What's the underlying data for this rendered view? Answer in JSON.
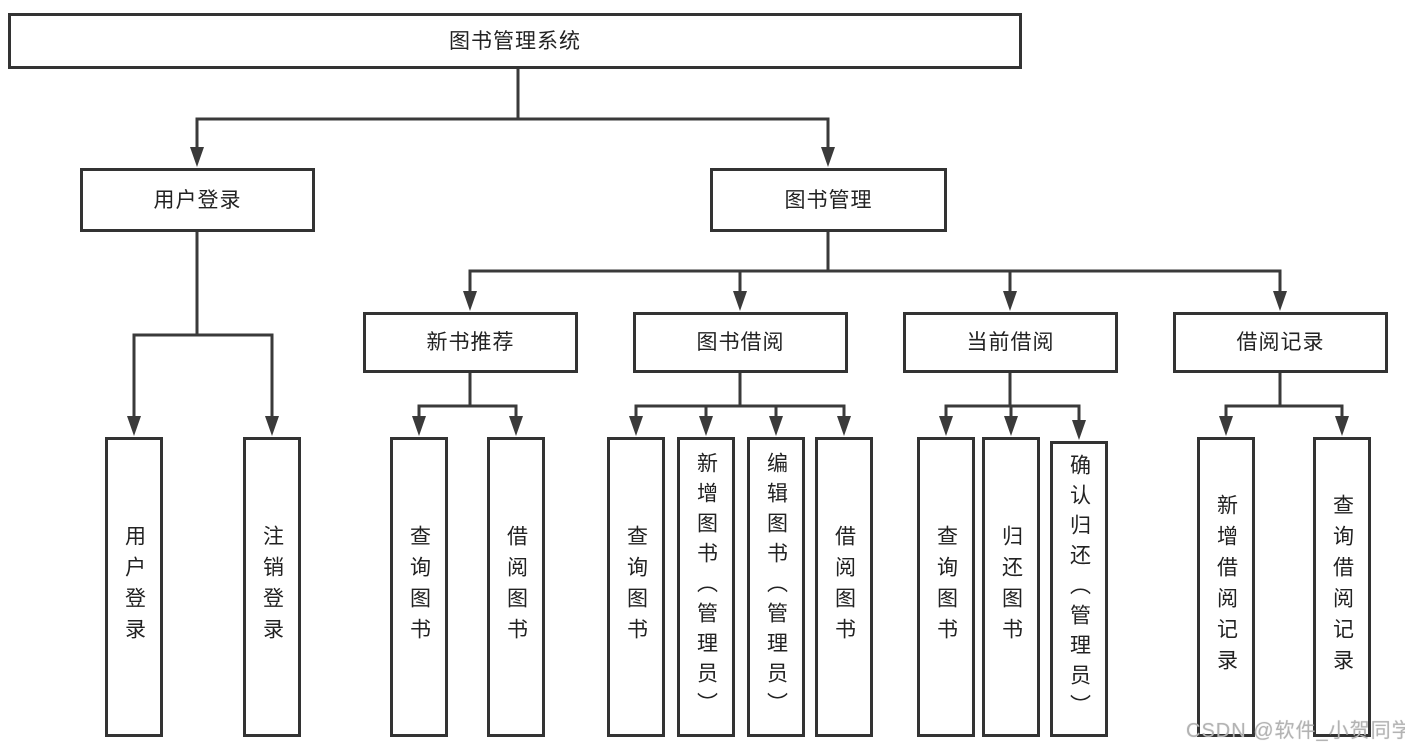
{
  "diagram": {
    "title": "图书管理系统",
    "root": {
      "label": "图书管理系统"
    },
    "level2": [
      {
        "label": "用户登录"
      },
      {
        "label": "图书管理"
      }
    ],
    "level3": [
      {
        "label": "新书推荐"
      },
      {
        "label": "图书借阅"
      },
      {
        "label": "当前借阅"
      },
      {
        "label": "借阅记录"
      }
    ],
    "leaves": {
      "user_login": [
        "用户登录",
        "注销登录"
      ],
      "new_book": [
        "查询图书",
        "借阅图书"
      ],
      "book_borrow": [
        "查询图书",
        "新增图书（管理员）",
        "编辑图书（管理员）",
        "借阅图书"
      ],
      "current_borrow": [
        "查询图书",
        "归还图书",
        "确认归还（管理员）"
      ],
      "borrow_record": [
        "新增借阅记录",
        "查询借阅记录"
      ]
    }
  },
  "watermark": "CSDN @软件_小贺同学",
  "colors": {
    "line": "#3a3a3a",
    "box_border": "#333333",
    "text": "#222222",
    "watermark_gray": "#b3b3b3",
    "background": "#ffffff"
  }
}
